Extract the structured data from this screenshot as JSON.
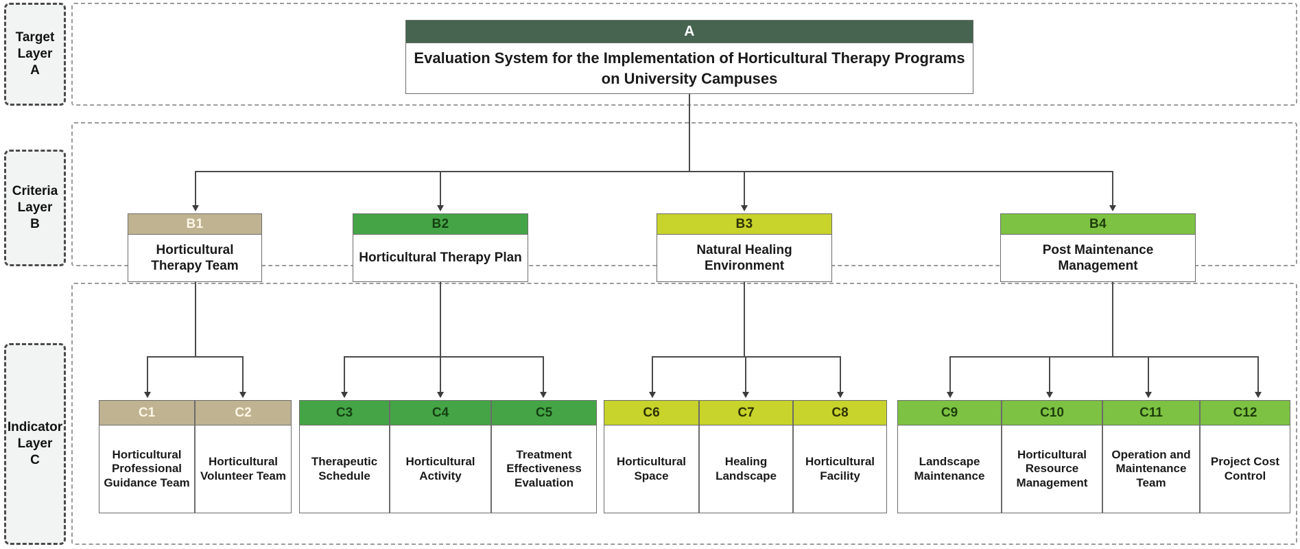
{
  "diagram": {
    "title_node": {
      "id": "A",
      "label": "Evaluation System for the Implementation of Horticultural Therapy Programs on University Campuses",
      "header_color": "#466450",
      "header_text_color": "#ffffff"
    },
    "layers": [
      {
        "key": "A",
        "tag": "Target\nLayer\nA",
        "tag_line1": "Target",
        "tag_line2": "Layer",
        "tag_line3": "A"
      },
      {
        "key": "B",
        "tag_line1": "Criteria",
        "tag_line2": "Layer",
        "tag_line3": "B"
      },
      {
        "key": "C",
        "tag_line1": "Indicator",
        "tag_line2": "Layer",
        "tag_line3": "C"
      }
    ],
    "criteria": [
      {
        "id": "B1",
        "label": "Horticultural Therapy Team",
        "color": "#bfb391",
        "id_color": "#fdf6e6"
      },
      {
        "id": "B2",
        "label": "Horticultural Therapy Plan",
        "color": "#45a546",
        "id_color": "#143f14"
      },
      {
        "id": "B3",
        "label": "Natural Healing Environment",
        "color": "#c8d32b",
        "id_color": "#2e3206"
      },
      {
        "id": "B4",
        "label": "Post Maintenance Management",
        "color": "#7dc242",
        "id_color": "#1e3d0c"
      }
    ],
    "indicator_groups": [
      {
        "parent": "B1",
        "color": "#bfb391",
        "id_color": "#fdf6e6",
        "items": [
          {
            "id": "C1",
            "label": "Horticultural Professional Guidance Team"
          },
          {
            "id": "C2",
            "label": "Horticultural Volunteer Team"
          }
        ]
      },
      {
        "parent": "B2",
        "color": "#45a546",
        "id_color": "#143f14",
        "items": [
          {
            "id": "C3",
            "label": "Therapeutic Schedule"
          },
          {
            "id": "C4",
            "label": "Horticultural Activity"
          },
          {
            "id": "C5",
            "label": "Treatment Effectiveness Evaluation"
          }
        ]
      },
      {
        "parent": "B3",
        "color": "#c8d32b",
        "id_color": "#2e3206",
        "items": [
          {
            "id": "C6",
            "label": "Horticultural Space"
          },
          {
            "id": "C7",
            "label": "Healing Landscape"
          },
          {
            "id": "C8",
            "label": "Horticultural Facility"
          }
        ]
      },
      {
        "parent": "B4",
        "color": "#7dc242",
        "id_color": "#1e3d0c",
        "items": [
          {
            "id": "C9",
            "label": "Landscape Maintenance"
          },
          {
            "id": "C10",
            "label": "Horticultural Resource Management"
          },
          {
            "id": "C11",
            "label": "Operation and Maintenance Team"
          },
          {
            "id": "C12",
            "label": "Project Cost Control"
          }
        ]
      }
    ]
  }
}
